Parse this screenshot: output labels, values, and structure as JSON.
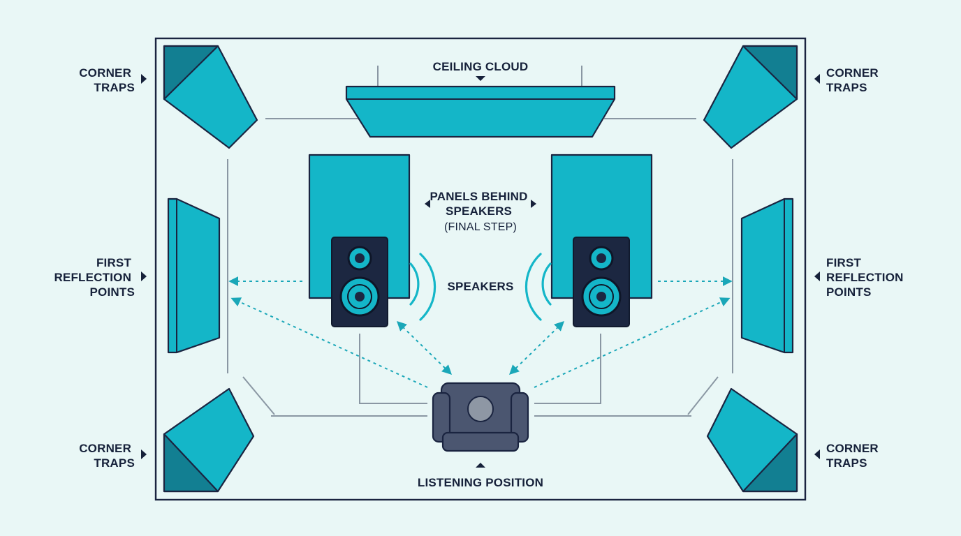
{
  "labels": {
    "corner_traps_tl": [
      "CORNER",
      "TRAPS"
    ],
    "corner_traps_tr": [
      "CORNER",
      "TRAPS"
    ],
    "corner_traps_bl": [
      "CORNER",
      "TRAPS"
    ],
    "corner_traps_br": [
      "CORNER",
      "TRAPS"
    ],
    "first_reflection_left": [
      "FIRST",
      "REFLECTION",
      "POINTS"
    ],
    "first_reflection_right": [
      "FIRST",
      "REFLECTION",
      "POINTS"
    ],
    "ceiling_cloud": "CEILING CLOUD",
    "panels_behind_speakers": [
      "PANELS BEHIND",
      "SPEAKERS",
      "(FINAL STEP)"
    ],
    "speakers": "SPEAKERS",
    "listening_position": "LISTENING POSITION"
  },
  "colors": {
    "background": "#e9f7f6",
    "panel": "#14b6c8",
    "panel_dark": "#127f92",
    "outline": "#1a2440",
    "speaker_body": "#1c2741",
    "chair": "#4b5670",
    "dashed_arrows": "#1aa7b8"
  }
}
